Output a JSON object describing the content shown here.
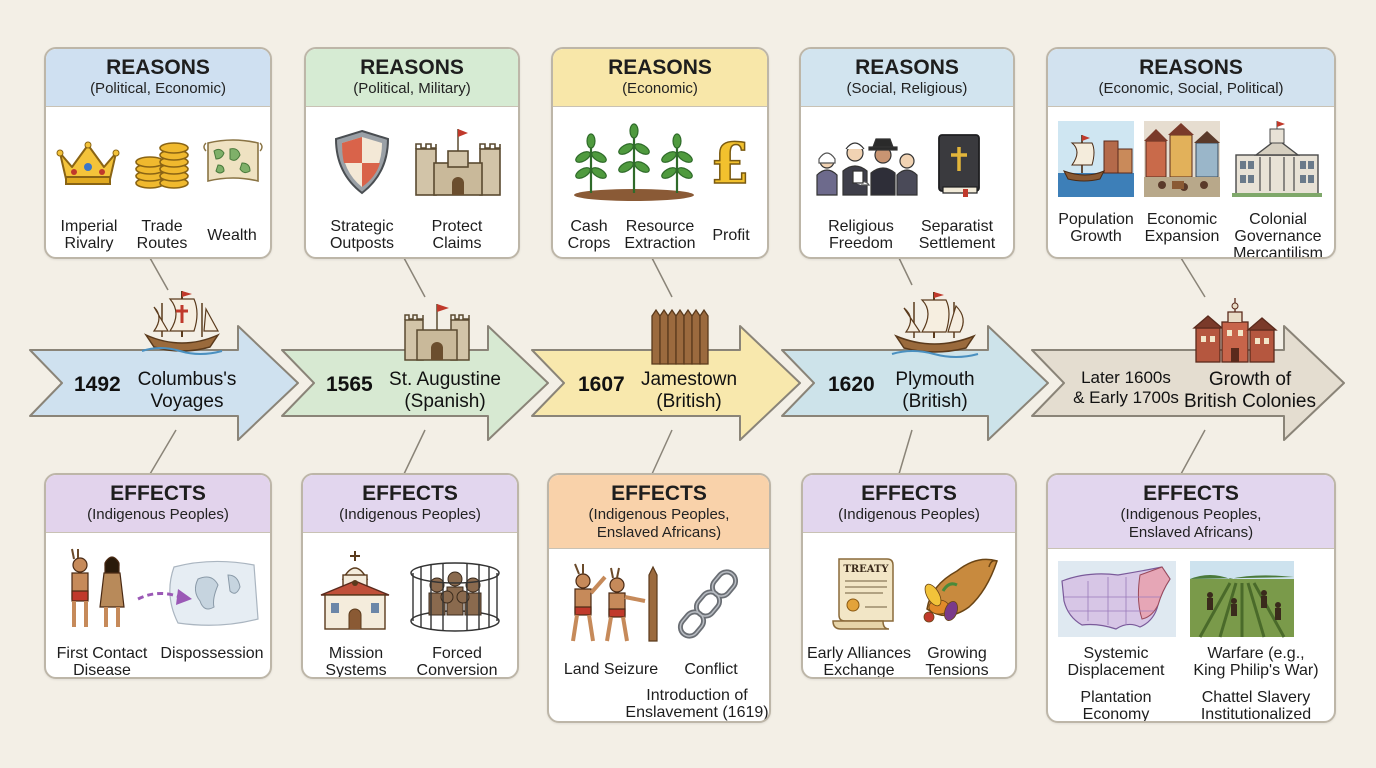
{
  "timeline": [
    {
      "year": "1492",
      "event_line1": "Columbus's",
      "event_line2": "Voyages",
      "color": "#cfe1ef"
    },
    {
      "year": "1565",
      "event_line1": "St. Augustine",
      "event_line2": "(Spanish)",
      "color": "#d7e9d2"
    },
    {
      "year": "1607",
      "event_line1": "Jamestown",
      "event_line2": "(British)",
      "color": "#f8e8ad"
    },
    {
      "year": "1620",
      "event_line1": "Plymouth",
      "event_line2": "(British)",
      "color": "#cde3ea"
    },
    {
      "year_line1": "Later 1600s",
      "year_line2": "& Early 1700s",
      "event_line1": "Growth of",
      "event_line2": "British Colonies",
      "color": "#e4ddd0"
    }
  ],
  "reasons": [
    {
      "title": "REASONS",
      "subtitle": "(Political, Economic)",
      "head_color": "#cfe0f1",
      "items": [
        {
          "l1": "Imperial",
          "l2": "Rivalry",
          "icon": "crown-icon"
        },
        {
          "l1": "Trade",
          "l2": "Routes",
          "icon": "coins-icon"
        },
        {
          "l1": "Wealth",
          "icon": "map-icon"
        }
      ]
    },
    {
      "title": "REASONS",
      "subtitle": "(Political, Military)",
      "head_color": "#d6ebd3",
      "items": [
        {
          "l1": "Strategic",
          "l2": "Outposts",
          "icon": "shield-icon"
        },
        {
          "l1": "Protect",
          "l2": "Claims",
          "icon": "fort-icon"
        }
      ]
    },
    {
      "title": "REASONS",
      "subtitle": "(Economic)",
      "head_color": "#f8e7a9",
      "items": [
        {
          "l1": "Cash",
          "l2": "Crops",
          "icon": "plants-icon"
        },
        {
          "l1": "Resource",
          "l2": "Extraction"
        },
        {
          "l1": "Profit",
          "icon": "pound-icon"
        }
      ]
    },
    {
      "title": "REASONS",
      "subtitle": "(Social, Religious)",
      "head_color": "#d2e4ef",
      "items": [
        {
          "l1": "Religious",
          "l2": "Freedom",
          "icon": "pilgrims-icon"
        },
        {
          "l1": "Separatist",
          "l2": "Settlement",
          "icon": "bible-icon"
        }
      ]
    },
    {
      "title": "REASONS",
      "subtitle": "(Economic, Social, Political)",
      "head_color": "#d2e2ef",
      "items": [
        {
          "l1": "Population",
          "l2": "Growth",
          "icon": "harbor-icon"
        },
        {
          "l1": "Economic",
          "l2": "Expansion",
          "icon": "town-icon"
        },
        {
          "l1": "Colonial",
          "l2": "Governance",
          "l3": "Mercantilism",
          "icon": "statehouse-icon"
        }
      ]
    }
  ],
  "effects": [
    {
      "title": "EFFECTS",
      "subtitle": "(Indigenous Peoples)",
      "head_color": "#e2d3ec",
      "items": [
        {
          "l1": "First Contact",
          "l2": "Disease",
          "icon": "indigenous-people-icon"
        },
        {
          "l1": "Dispossession",
          "icon": "land-arrow-icon"
        }
      ]
    },
    {
      "title": "EFFECTS",
      "subtitle": "(Indigenous Peoples)",
      "head_color": "#e2d6ee",
      "items": [
        {
          "l1": "Mission",
          "l2": "Systems",
          "icon": "mission-church-icon"
        },
        {
          "l1": "Forced",
          "l2": "Conversion",
          "icon": "fenced-group-icon"
        }
      ]
    },
    {
      "title": "EFFECTS",
      "subtitle": "(Indigenous Peoples,",
      "subtitle2": "Enslaved Africans)",
      "head_color": "#f9d2aa",
      "items": [
        {
          "l1": "Land Seizure",
          "icon": "conflict-figures-icon"
        },
        {
          "l1": "Conflict",
          "icon": "chain-icon"
        },
        {
          "l1": "Introduction of",
          "l2": "Enslavement (1619)"
        }
      ]
    },
    {
      "title": "EFFECTS",
      "subtitle": "(Indigenous Peoples)",
      "head_color": "#e2d6ee",
      "items": [
        {
          "l1": "Early Alliances",
          "l2": "Exchange",
          "icon": "treaty-icon",
          "icon_text": "TREATY"
        },
        {
          "l1": "Growing",
          "l2": "Tensions",
          "icon": "cornucopia-icon"
        }
      ]
    },
    {
      "title": "EFFECTS",
      "subtitle": "(Indigenous Peoples,",
      "subtitle2": "Enslaved Africans)",
      "head_color": "#e2d6ee",
      "items": [
        {
          "l1": "Systemic",
          "l2": "Displacement",
          "icon": "colonies-map-icon"
        },
        {
          "l1": "Warfare (e.g.,",
          "l2": "King Philip's War)",
          "icon": "plantation-field-icon"
        },
        {
          "l1": "Plantation",
          "l2": "Economy"
        },
        {
          "l1": "Chattel Slavery",
          "l2": "Institutionalized"
        }
      ]
    }
  ]
}
